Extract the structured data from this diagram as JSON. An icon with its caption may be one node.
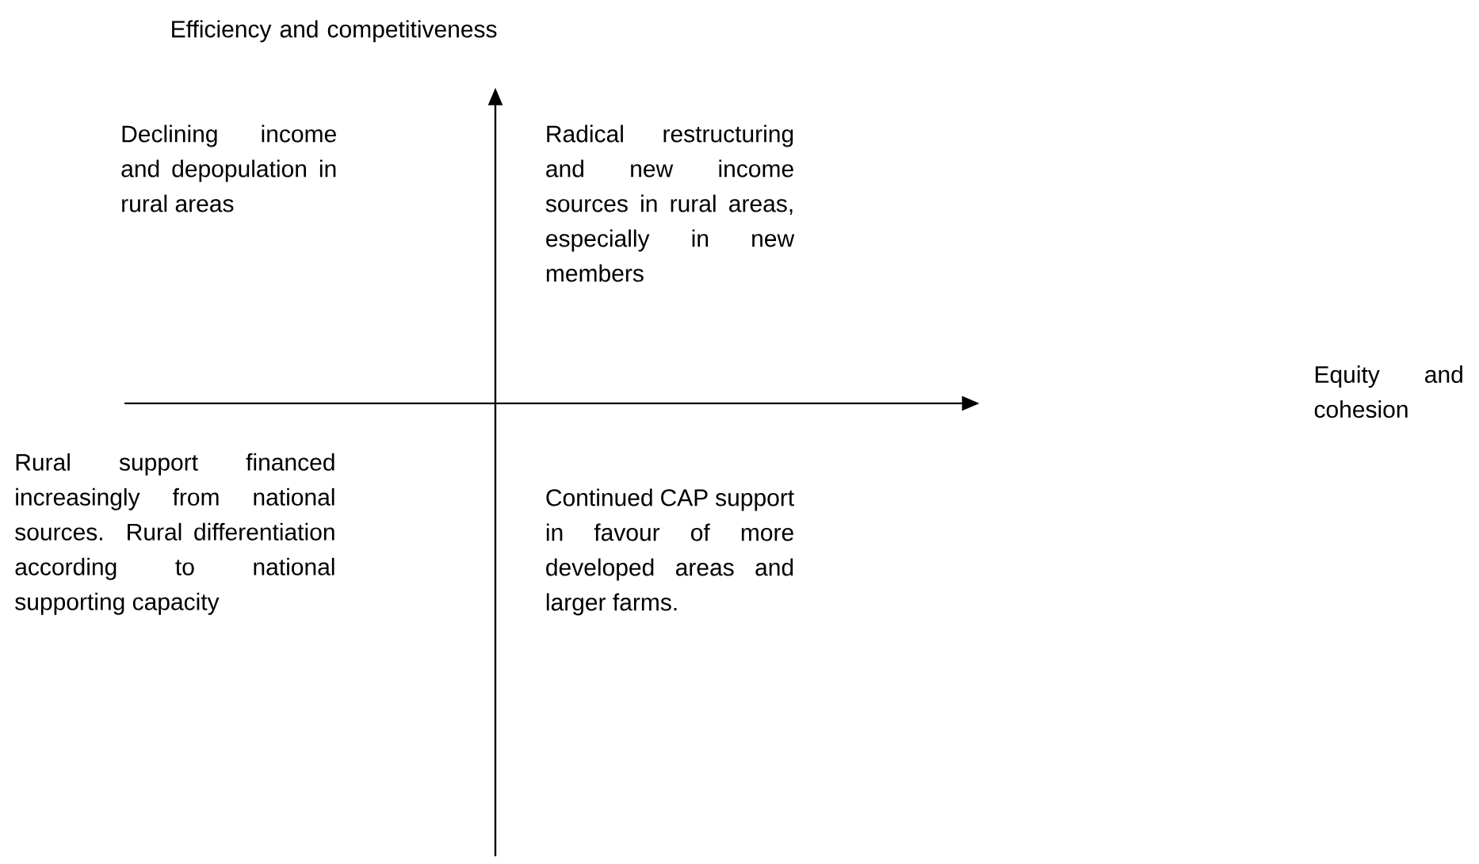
{
  "diagram": {
    "labels": [
      "Efficiency and competitiveness",
      "Declining income and depopulation in rural areas",
      "Radical restructuring and new income sources in rural areas, especially in new members",
      "Equity and cohesion",
      "Rural support financed increasingly from national sources. Rural differentiation according to national supporting capacity",
      "Continued CAP support in favour of more developed areas and larger farms."
    ]
  }
}
